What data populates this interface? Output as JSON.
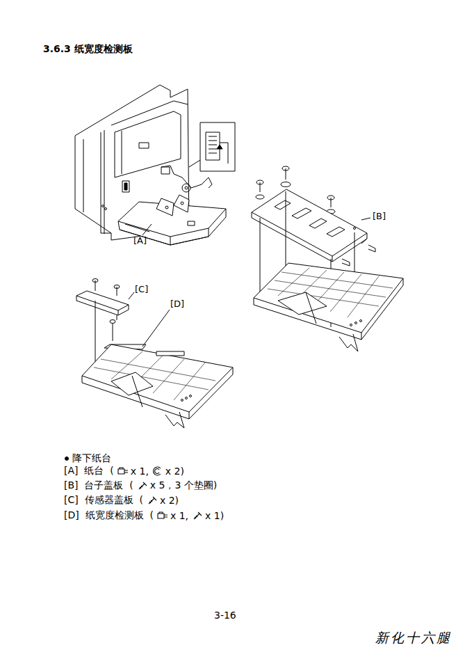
{
  "diagram": {
    "title": "3.6.3 纸宽度检测板",
    "labels": [
      "[A]",
      "[B]",
      "[C]",
      "[D]",
      "降下纸台",
      "[A]  纸台  (",
      "x 1,",
      "x 2)",
      "[B]  台子盖板  (",
      "x 5，3 个垫圈)",
      "[C]  传感器盖板  (",
      "x 2)",
      "[D]  纸宽度检测板  (",
      "x 1,",
      "x 1)",
      "3-16",
      "新化十六腿"
    ]
  }
}
